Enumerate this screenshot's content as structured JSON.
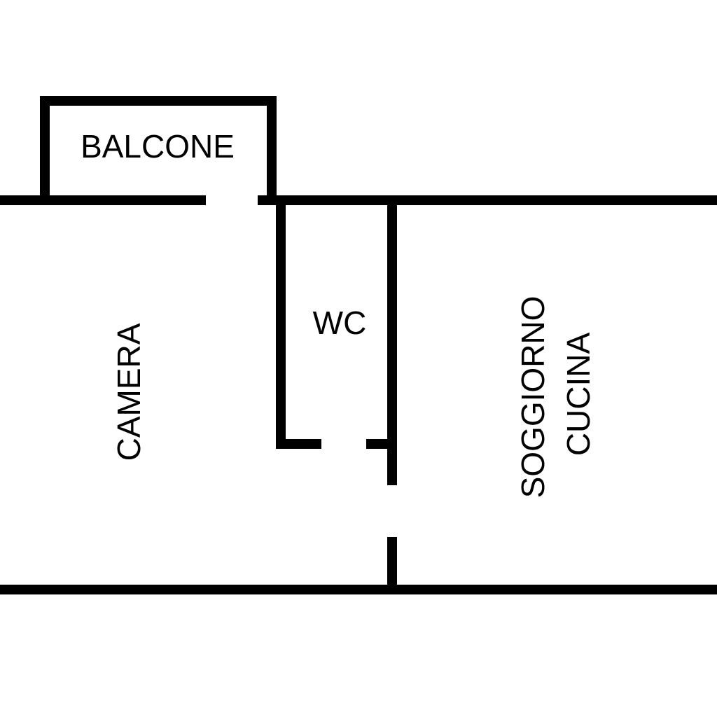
{
  "rooms": {
    "balcony": {
      "label": "BALCONE"
    },
    "bedroom": {
      "label": "CAMERA"
    },
    "bathroom": {
      "label": "WC"
    },
    "living_kitchen": {
      "line1": "SOGGIORNO",
      "line2": "CUCINA"
    }
  },
  "colors": {
    "wall": "#000000",
    "background": "#ffffff",
    "text": "#000000"
  }
}
